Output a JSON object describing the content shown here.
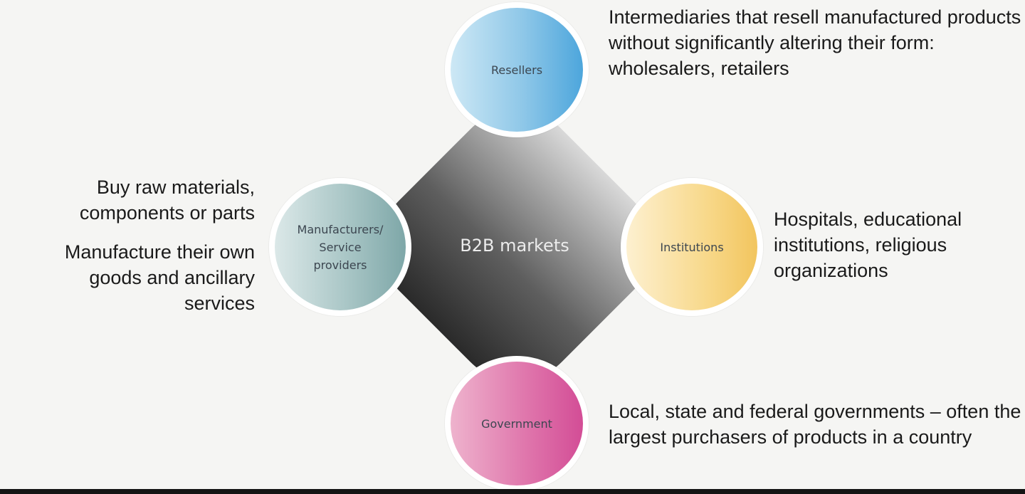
{
  "hub": {
    "label": "B2B markets"
  },
  "nodes": {
    "resellers": "Resellers",
    "manufacturers": "Manufacturers/ Service providers",
    "institutions": "Institutions",
    "government": "Government"
  },
  "descriptions": {
    "resellers": "Intermediaries that resell manufactured products without significantly altering their form: wholesalers, retailers",
    "manufacturers_1": "Buy raw materials, components or parts",
    "manufacturers_2": "Manufacture their own goods and ancillary services",
    "institutions": "Hospitals, educational institutions, religious organizations",
    "government": "Local, state and federal governments – often the largest purchasers of products in a country"
  },
  "colors": {
    "resellers": "#4da6dc",
    "manufacturers": "#7ea7a8",
    "institutions": "#f2c55e",
    "government": "#d34d96",
    "hub": "#3a3a3a"
  }
}
